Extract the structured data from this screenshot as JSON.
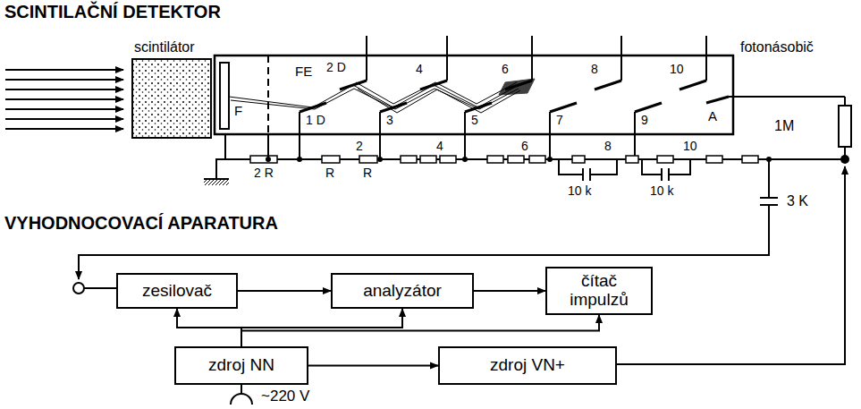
{
  "diagram": {
    "title": "SCINTILAČNÍ DETEKTOR",
    "nodes": [
      {
        "text": [
          "zesilovač"
        ]
      },
      {
        "text": [
          "analyzátor"
        ]
      },
      {
        "text": [
          "čítač impulzů"
        ]
      },
      {
        "text": [
          "zdroj NN"
        ]
      },
      {
        "text": [
          "zdroj VN+"
        ]
      }
    ],
    "edges": [
      {
        "from": 0,
        "to": 1,
        "arrow": "to"
      },
      {
        "from": 1,
        "to": 2,
        "arrow": "to"
      },
      {
        "from": 3,
        "to": 0,
        "arrow": "to"
      },
      {
        "from": 3,
        "to": 1,
        "arrow": "to"
      },
      {
        "from": 3,
        "to": 2,
        "arrow": "to"
      },
      {
        "from": 3,
        "to": 4,
        "arrow": "to"
      }
    ],
    "labels": [
      "VYHODNOCOVACÍ APARATURA",
      "scintilátor",
      "fotonásobič",
      "FE",
      "F",
      "1 D",
      "2 D",
      "3",
      "4",
      "5",
      "6",
      "7",
      "8",
      "9",
      "10",
      "A",
      "1M",
      "2 R",
      "R",
      "R",
      "2",
      "4",
      "6",
      "8",
      "10",
      "10 k",
      "10 k",
      "3 K",
      "~220 V"
    ]
  }
}
